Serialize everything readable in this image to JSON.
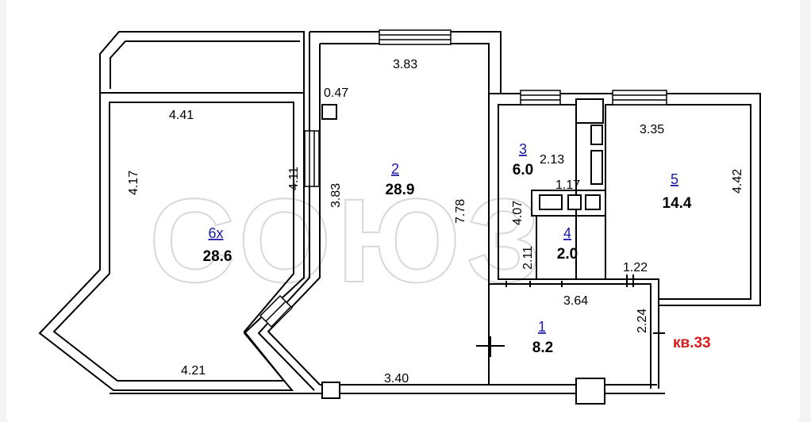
{
  "watermark": "СОЮЗ",
  "apartment_label": "кв.33",
  "rooms": [
    {
      "number": "1",
      "area": "8.2"
    },
    {
      "number": "2",
      "area": "28.9"
    },
    {
      "number": "3",
      "area": "6.0"
    },
    {
      "number": "4",
      "area": "2.0"
    },
    {
      "number": "5",
      "area": "14.4"
    },
    {
      "number": "6х",
      "area": "28.6"
    }
  ],
  "dimensions": {
    "hall_top": "3.83",
    "column": "0.47",
    "living_top": "4.41",
    "living_left": "4.17",
    "living_right": "4.11",
    "room2_left": "3.83",
    "room2_right": "7.78",
    "room3_width": "2.13",
    "room3_height": "4.07",
    "room4_width": "1.17",
    "room4_height": "2.11",
    "room5_width": "3.35",
    "room5_height": "4.42",
    "corridor_width": "3.64",
    "door_width": "1.22",
    "entry_height": "2.24",
    "bottom_left": "4.21",
    "bottom_right": "3.40"
  }
}
